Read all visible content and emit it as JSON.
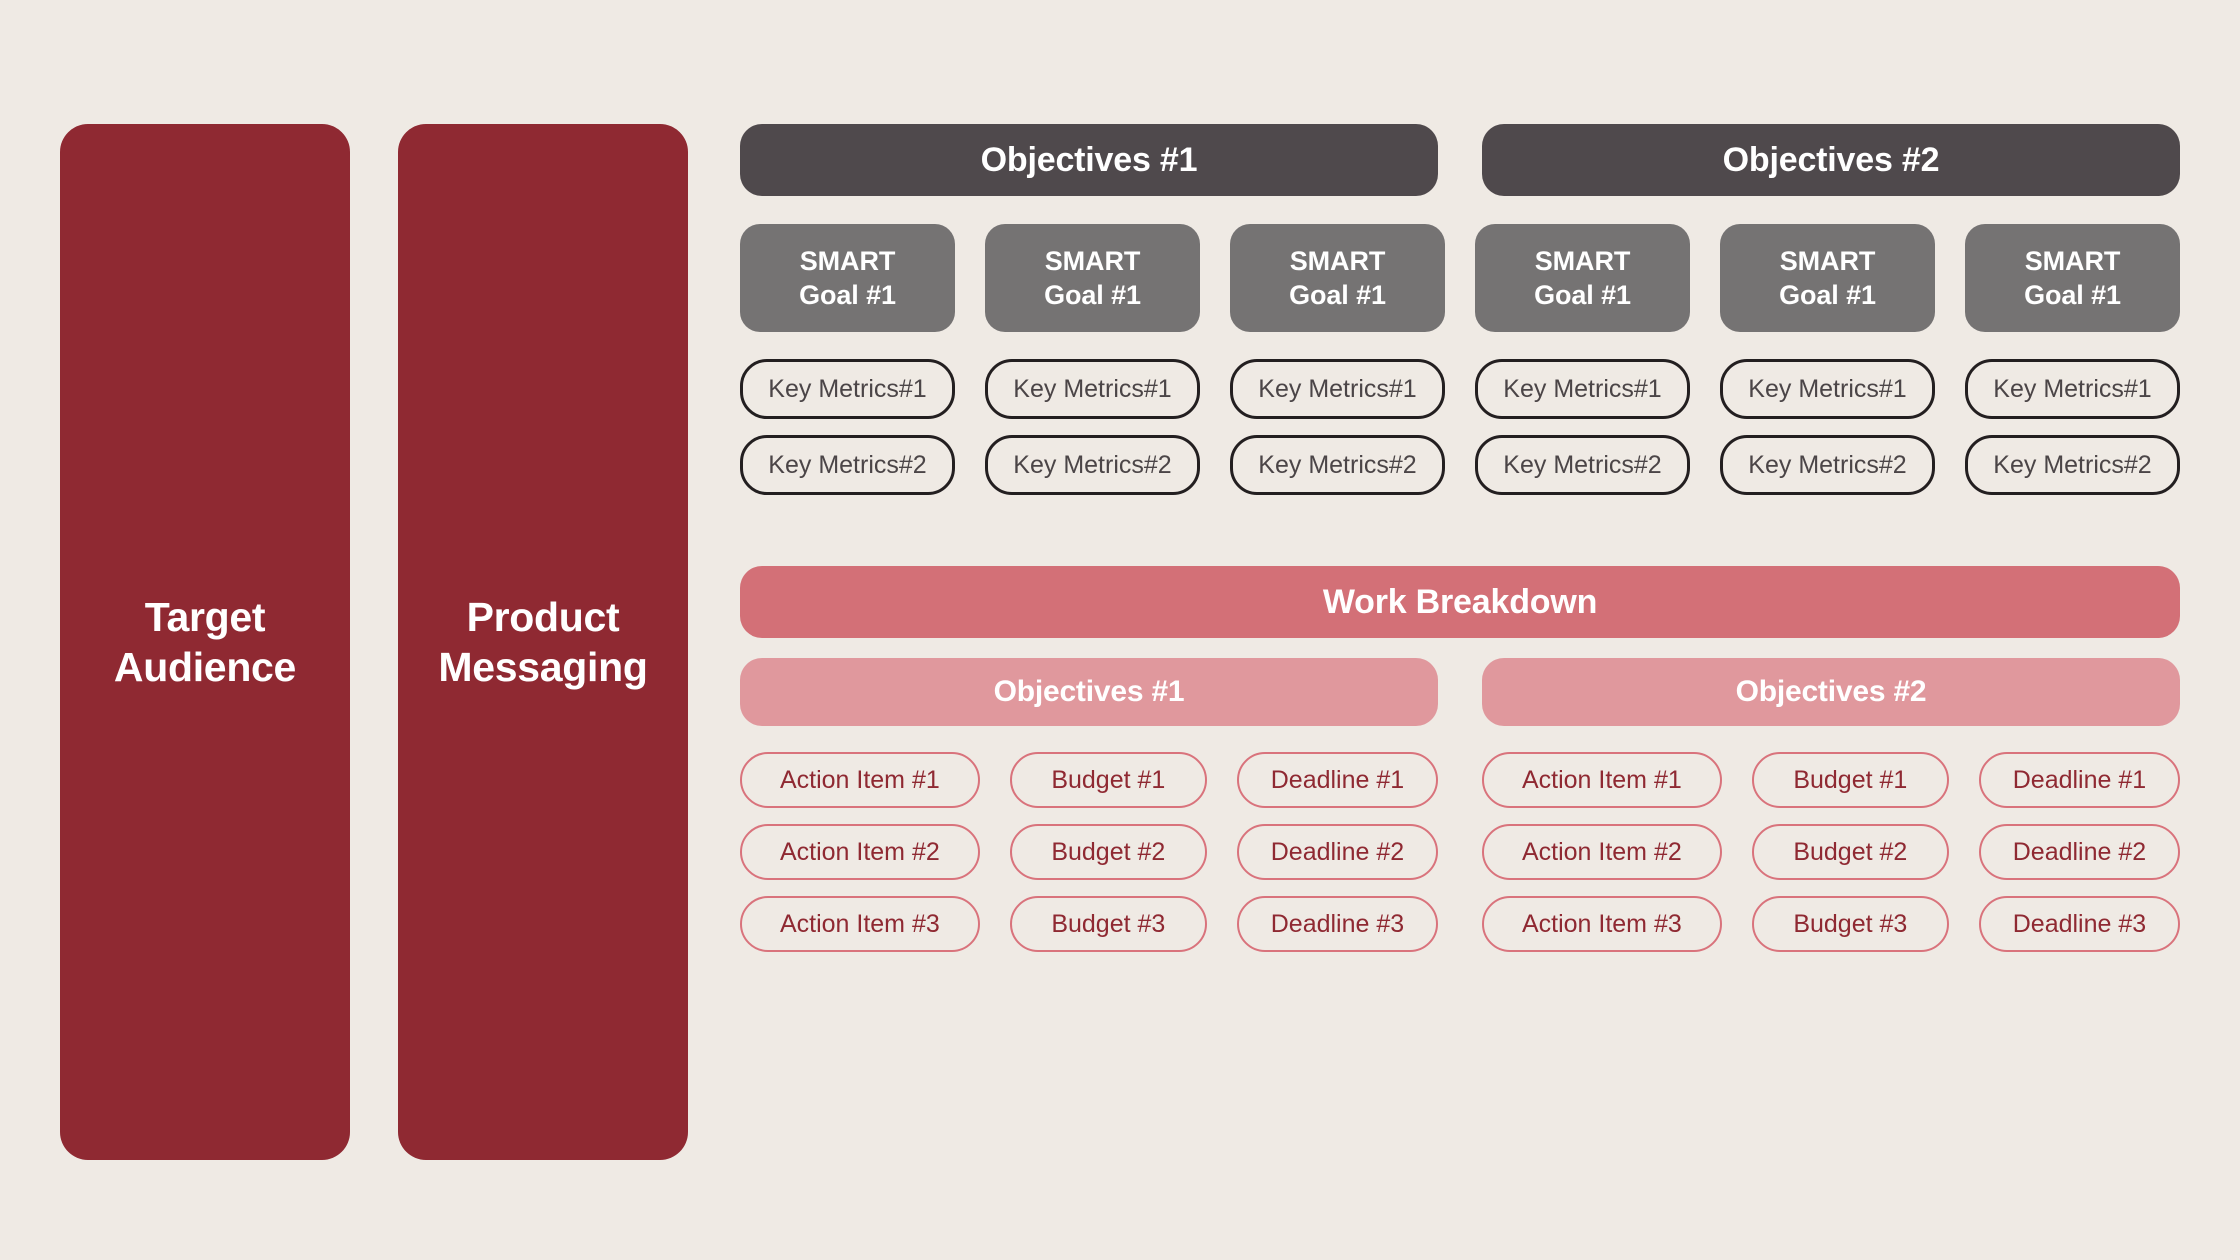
{
  "colors": {
    "background": "#efeae4",
    "deep_red": "#8f2932",
    "charcoal": "#4f494c",
    "gray": "#757373",
    "rose": "#d37077",
    "light_rose": "#e0989d",
    "outline_dark": "#231f20",
    "outline_rose": "#d9737c"
  },
  "left_panels": [
    {
      "label": "Target\nAudience",
      "line1": "Target",
      "line2": "Audience"
    },
    {
      "label": "Product\nMessaging",
      "line1": "Product",
      "line2": "Messaging"
    }
  ],
  "objectives": {
    "headers": [
      {
        "label": "Objectives #1"
      },
      {
        "label": "Objectives #2"
      }
    ],
    "smart_goals": [
      {
        "line1": "SMART",
        "line2": "Goal #1"
      },
      {
        "line1": "SMART",
        "line2": "Goal #1"
      },
      {
        "line1": "SMART",
        "line2": "Goal #1"
      },
      {
        "line1": "SMART",
        "line2": "Goal #1"
      },
      {
        "line1": "SMART",
        "line2": "Goal #1"
      },
      {
        "line1": "SMART",
        "line2": "Goal #1"
      }
    ],
    "key_metrics_row1": [
      "Key Metrics#1",
      "Key Metrics#1",
      "Key Metrics#1",
      "Key Metrics#1",
      "Key Metrics#1",
      "Key Metrics#1"
    ],
    "key_metrics_row2": [
      "Key Metrics#2",
      "Key Metrics#2",
      "Key Metrics#2",
      "Key Metrics#2",
      "Key Metrics#2",
      "Key Metrics#2"
    ]
  },
  "work_breakdown": {
    "title": "Work Breakdown",
    "objective_bars": [
      {
        "label": "Objectives #1"
      },
      {
        "label": "Objectives #2"
      }
    ],
    "rows": [
      {
        "left": {
          "action": "Action Item #1",
          "budget": "Budget #1",
          "deadline": "Deadline #1"
        },
        "right": {
          "action": "Action Item #1",
          "budget": "Budget #1",
          "deadline": "Deadline #1"
        }
      },
      {
        "left": {
          "action": "Action Item #2",
          "budget": "Budget #2",
          "deadline": "Deadline #2"
        },
        "right": {
          "action": "Action Item #2",
          "budget": "Budget #2",
          "deadline": "Deadline #2"
        }
      },
      {
        "left": {
          "action": "Action Item #3",
          "budget": "Budget #3",
          "deadline": "Deadline #3"
        },
        "right": {
          "action": "Action Item #3",
          "budget": "Budget #3",
          "deadline": "Deadline #3"
        }
      }
    ]
  }
}
